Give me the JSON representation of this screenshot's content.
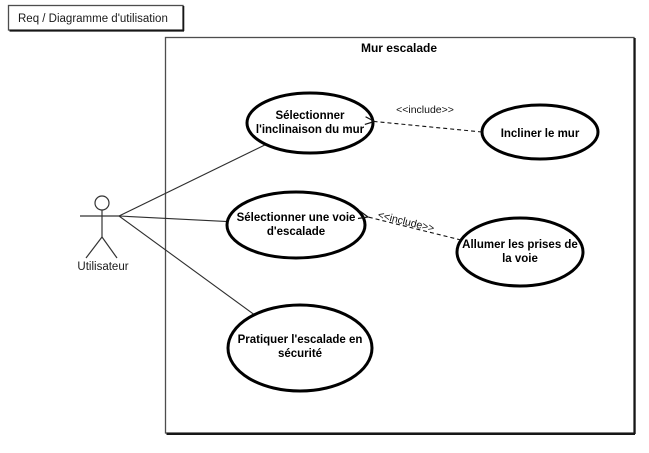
{
  "diagram": {
    "frame_label": "Req / Diagramme d'utilisation",
    "system_title": "Mur escalade",
    "actor": {
      "name": "Utilisateur"
    },
    "use_cases": [
      {
        "id": "selectionner-inclinaison",
        "line1": "Sélectionner",
        "line2": "l'inclinaison du mur"
      },
      {
        "id": "incliner-le-mur",
        "line1": "Incliner le mur",
        "line2": ""
      },
      {
        "id": "selectionner-voie",
        "line1": "Sélectionner une voie",
        "line2": "d'escalade"
      },
      {
        "id": "allumer-prises",
        "line1": "Allumer les prises de",
        "line2": "la voie"
      },
      {
        "id": "pratiquer-escalade",
        "line1": "Pratiquer l'escalade en",
        "line2": "sécurité"
      }
    ],
    "includes": [
      {
        "label": "<<include>>",
        "from": "Incliner le mur",
        "to": "Sélectionner l'inclinaison du mur"
      },
      {
        "label": "<<include>>",
        "from": "Allumer les prises de la voie",
        "to": "Sélectionner une voie d'escalade"
      }
    ],
    "associations": [
      {
        "from": "Utilisateur",
        "to": "Sélectionner l'inclinaison du mur"
      },
      {
        "from": "Utilisateur",
        "to": "Sélectionner une voie d'escalade"
      },
      {
        "from": "Utilisateur",
        "to": "Pratiquer l'escalade en sécurité"
      }
    ],
    "colors": {
      "background": "#ffffff",
      "node_stroke": "#000000",
      "frame_stroke": "#4d4d4d",
      "shadow": "#161616"
    }
  }
}
